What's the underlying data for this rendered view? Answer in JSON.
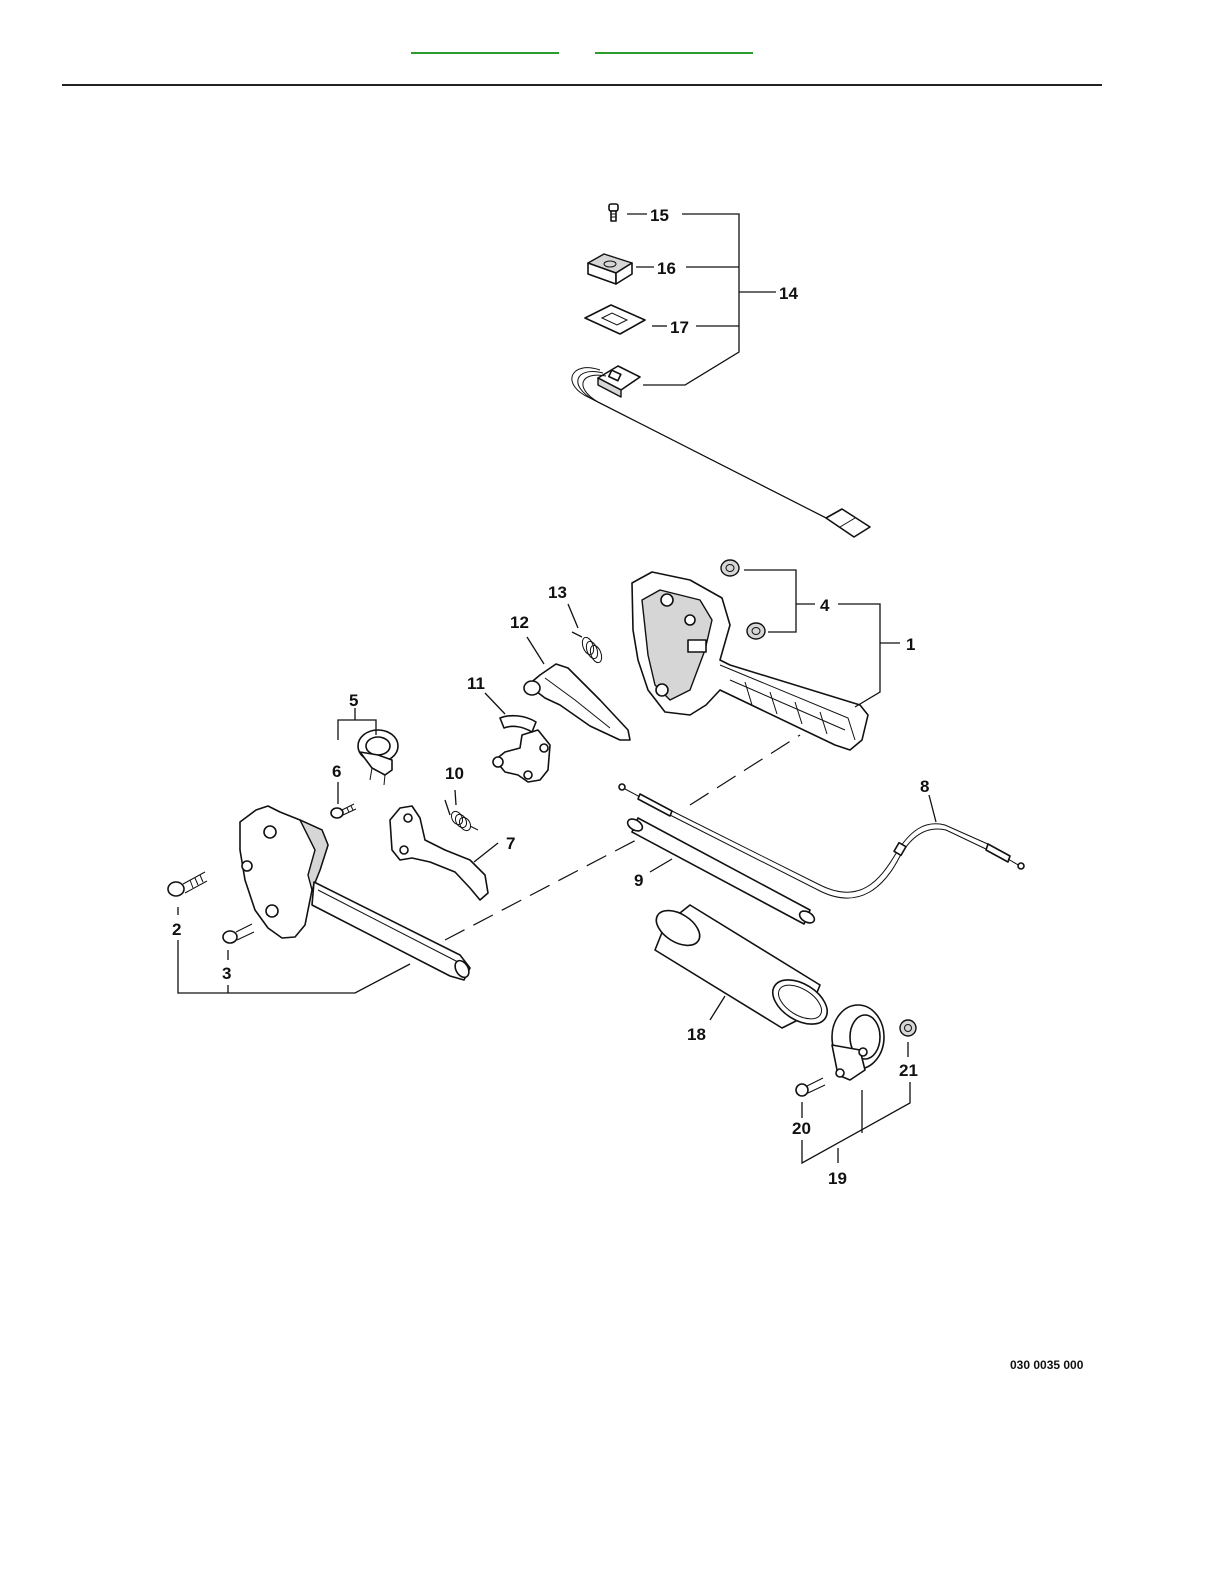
{
  "header": {
    "links": [
      "",
      ""
    ]
  },
  "diagram": {
    "labels": [
      {
        "id": "1",
        "text": "1"
      },
      {
        "id": "2",
        "text": "2"
      },
      {
        "id": "3",
        "text": "3"
      },
      {
        "id": "4",
        "text": "4"
      },
      {
        "id": "5",
        "text": "5"
      },
      {
        "id": "6",
        "text": "6"
      },
      {
        "id": "7",
        "text": "7"
      },
      {
        "id": "8",
        "text": "8"
      },
      {
        "id": "9",
        "text": "9"
      },
      {
        "id": "10",
        "text": "10"
      },
      {
        "id": "11",
        "text": "11"
      },
      {
        "id": "12",
        "text": "12"
      },
      {
        "id": "13",
        "text": "13"
      },
      {
        "id": "14",
        "text": "14"
      },
      {
        "id": "15",
        "text": "15"
      },
      {
        "id": "16",
        "text": "16"
      },
      {
        "id": "17",
        "text": "17"
      },
      {
        "id": "18",
        "text": "18"
      },
      {
        "id": "19",
        "text": "19"
      },
      {
        "id": "20",
        "text": "20"
      },
      {
        "id": "21",
        "text": "21"
      }
    ],
    "reference": "030 0035 000"
  }
}
